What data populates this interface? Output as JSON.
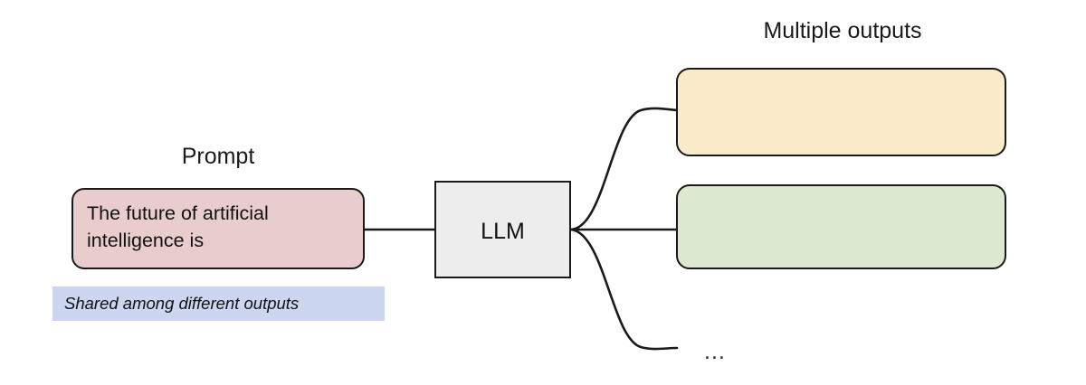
{
  "diagram": {
    "title": "LLM multiple outputs",
    "background_color": "#ffffff",
    "stroke_color": "#1a1a1a",
    "labels": {
      "prompt": "Prompt",
      "multiple_outputs": "Multiple outputs",
      "ellipsis": "..."
    },
    "nodes": {
      "prompt_box": {
        "text": "The future of artificial\nintelligence is",
        "fill": "#e9cdcd",
        "shape": "rounded-rectangle"
      },
      "llm_box": {
        "text": "LLM",
        "fill": "#ededed",
        "shape": "rectangle"
      },
      "output_box_1": {
        "text": "",
        "fill": "#faecc8",
        "shape": "rounded-rectangle"
      },
      "output_box_2": {
        "text": "",
        "fill": "#dce8d0",
        "shape": "rounded-rectangle"
      },
      "shared_banner": {
        "text": "Shared among different outputs",
        "fill": "#ccd6f0",
        "shape": "rectangle"
      }
    },
    "edges": [
      {
        "name": "prompt-to-llm",
        "from": "prompt_box",
        "to": "llm_box",
        "style": "straight"
      },
      {
        "name": "llm-to-output-1",
        "from": "llm_box",
        "to": "output_box_1",
        "style": "curved"
      },
      {
        "name": "llm-to-output-2",
        "from": "llm_box",
        "to": "output_box_2",
        "style": "straight"
      },
      {
        "name": "llm-to-ellipsis",
        "from": "llm_box",
        "to": "ellipsis",
        "style": "curved"
      }
    ]
  }
}
